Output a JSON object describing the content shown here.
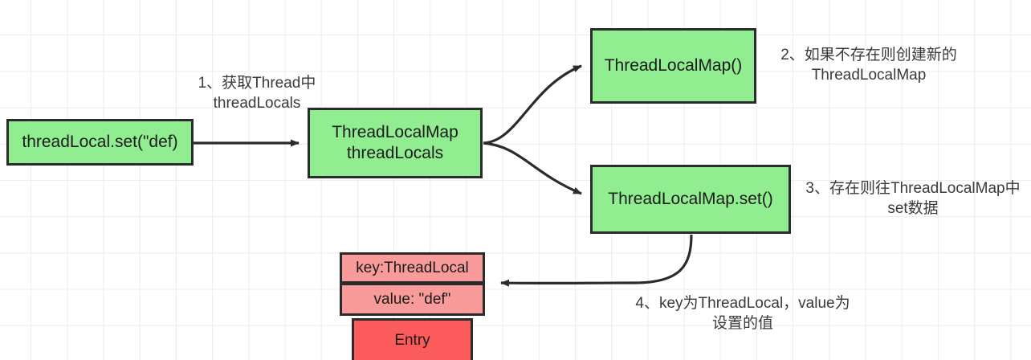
{
  "diagram": {
    "title": "ThreadLocal set flow",
    "background": "#ffffff",
    "grid_color": "#ececec",
    "colors": {
      "green_fill": "#90ee90",
      "pink_fill": "#fa9b9b",
      "red_fill": "#fb5b5b",
      "stroke": "#2b2b2b",
      "text": "#1a1a1a",
      "caption_text": "#3a3a3a"
    },
    "nodes": [
      {
        "id": "set_call",
        "label": "threadLocal.set(\"def)",
        "fill": "#90ee90"
      },
      {
        "id": "tlm_field",
        "label": "ThreadLocalMap\nthreadLocals",
        "fill": "#90ee90"
      },
      {
        "id": "tlm_ctor",
        "label": "ThreadLocalMap()",
        "fill": "#90ee90"
      },
      {
        "id": "tlm_set",
        "label": "ThreadLocalMap.set()",
        "fill": "#90ee90"
      },
      {
        "id": "entry_key",
        "label": "key:ThreadLocal",
        "fill": "#fa9b9b"
      },
      {
        "id": "entry_value",
        "label": "value: \"def\"",
        "fill": "#fa9b9b"
      },
      {
        "id": "entry_label",
        "label": "Entry",
        "fill": "#fb5b5b"
      }
    ],
    "captions": [
      {
        "id": "step1",
        "text": "1、获取Thread中\nthreadLocals"
      },
      {
        "id": "step2",
        "text": "2、如果不存在则创建新的\nThreadLocalMap"
      },
      {
        "id": "step3",
        "text": "3、存在则往ThreadLocalMap中\nset数据"
      },
      {
        "id": "step4",
        "text": "4、key为ThreadLocal，value为\n设置的值"
      }
    ],
    "edges": [
      {
        "id": "e1",
        "from": "set_call",
        "to": "tlm_field",
        "style": "straight"
      },
      {
        "id": "e2",
        "from": "tlm_field",
        "to": "tlm_ctor",
        "style": "curve-up"
      },
      {
        "id": "e3",
        "from": "tlm_field",
        "to": "tlm_set",
        "style": "curve-down"
      },
      {
        "id": "e4",
        "from": "tlm_set",
        "to": "entry_value",
        "style": "curve-left"
      }
    ]
  }
}
